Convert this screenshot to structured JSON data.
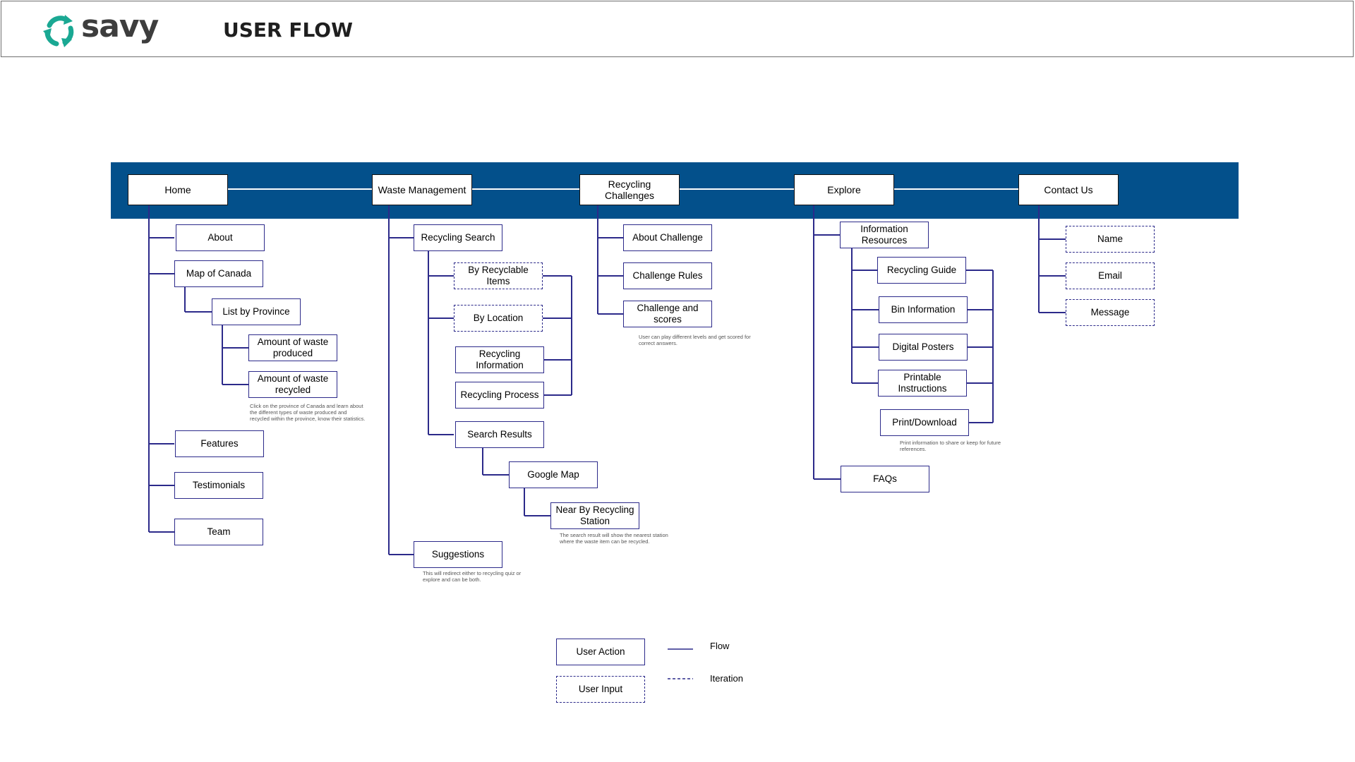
{
  "header": {
    "brand": "savy",
    "title": "USER FLOW"
  },
  "nav": [
    "Home",
    "Waste Management",
    "Recycling Challenges",
    "Explore",
    "Contact Us"
  ],
  "home": {
    "about": "About",
    "map": "Map of Canada",
    "list_by_province": "List by Province",
    "waste_produced": "Amount of waste\nproduced",
    "waste_recycled": "Amount of waste\nrecycled",
    "note": "Click on the province of Canada and learn about\nthe different types of waste produced and\nrecycled within the province, know their statistics.",
    "features": "Features",
    "testimonials": "Testimonials",
    "team": "Team"
  },
  "waste": {
    "recycling_search": "Recycling Search",
    "by_items": "By Recyclable\nItems",
    "by_location": "By Location",
    "recycling_info": "Recycling\nInformation",
    "recycling_process": "Recycling Process",
    "search_results": "Search Results",
    "google_map": "Google Map",
    "nearby_station": "Near By Recycling\nStation",
    "station_note": "The search result will show the nearest station\nwhere the waste item can be recycled.",
    "suggestions": "Suggestions",
    "suggestions_note": "This will redirect either to recycling quiz or\nexplore and can be both."
  },
  "challenges": {
    "about": "About Challenge",
    "rules": "Challenge Rules",
    "scores": "Challenge and\nscores",
    "note": "User can play different levels and get scored for\ncorrect answers."
  },
  "explore": {
    "info_resources": "Information\nResources",
    "guide": "Recycling Guide",
    "bin_info": "Bin Information",
    "posters": "Digital Posters",
    "printable": "Printable\nInstructions",
    "print_download": "Print/Download",
    "print_note": "Print information to share or keep for future\nreferences.",
    "faqs": "FAQs"
  },
  "contact": {
    "name": "Name",
    "email": "Email",
    "message": "Message"
  },
  "legend": {
    "user_action": "User Action",
    "user_input": "User Input",
    "flow": "Flow",
    "iteration": "Iteration"
  },
  "colors": {
    "band": "#03508b",
    "connector": "#2c2a8a",
    "logo": "#1aa893"
  }
}
